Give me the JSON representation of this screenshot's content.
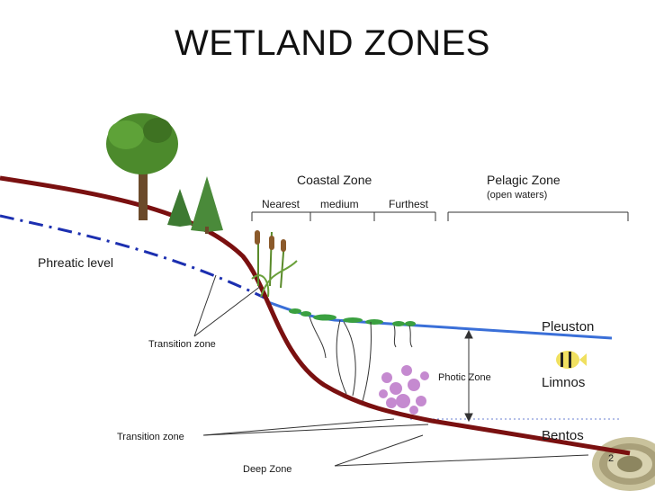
{
  "title": "WETLAND ZONES",
  "labels": {
    "coastal_zone": "Coastal Zone",
    "nearest": "Nearest",
    "medium": "medium",
    "furthest": "Furthest",
    "pelagic_zone": "Pelagic Zone",
    "open_waters": "(open waters)",
    "phreatic_level": "Phreatic level",
    "pleuston": "Pleuston",
    "limnos": "Limnos",
    "photic_zone": "Photic Zone",
    "bentos": "Bentos",
    "transition_zone_upper": "Transition zone",
    "transition_zone_lower": "Transition zone",
    "deep_zone": "Deep Zone",
    "page_number": "2"
  },
  "colors": {
    "ground": "#7a1010",
    "water": "#3a6fd8",
    "phreatic": "#1c2fb0",
    "text": "#1a1a1a"
  },
  "icons": [
    "tree-icon",
    "reed-plant-icon",
    "floating-leaf-icon",
    "algae-icon",
    "fish-icon",
    "shell-icon"
  ]
}
